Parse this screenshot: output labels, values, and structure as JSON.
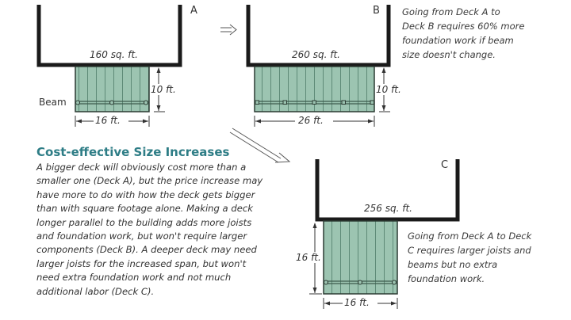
{
  "colors": {
    "deck_fill": "#9cc4b1",
    "deck_board_line": "#5e8a77",
    "house_wall": "#1a1a1a",
    "heading": "#2e7d86",
    "text": "#333333"
  },
  "deck_a": {
    "letter": "A",
    "area": "160 sq. ft.",
    "depth": "10 ft.",
    "width": "16 ft.",
    "beam_label": "Beam"
  },
  "deck_b": {
    "letter": "B",
    "area": "260 sq. ft.",
    "depth": "10 ft.",
    "width": "26 ft.",
    "note": [
      "Going from Deck A to",
      "Deck B requires 60% more",
      "foundation work if beam",
      "size doesn't change."
    ]
  },
  "deck_c": {
    "letter": "C",
    "area": "256 sq. ft.",
    "depth": "16 ft.",
    "width": "16 ft.",
    "note": [
      "Going from Deck A to Deck",
      "C requires larger joists and",
      "beams but no extra",
      "foundation work."
    ]
  },
  "article": {
    "heading": "Cost-effective Size Increases",
    "lines": [
      "A bigger deck will obviously cost more than a",
      "smaller one (Deck A), but the price increase may",
      "have more to do with how the deck gets bigger",
      "than with square footage alone. Making a deck",
      "longer parallel to the building adds more joists",
      "and foundation work, but won't require larger",
      "components (Deck B). A deeper deck may need",
      "larger joists for the increased span, but won't",
      "need extra foundation work and not much",
      "additional labor (Deck C)."
    ]
  },
  "arrows": {
    "a_to_b": "right-arrow-icon",
    "a_to_c": "diagonal-arrow-icon"
  }
}
